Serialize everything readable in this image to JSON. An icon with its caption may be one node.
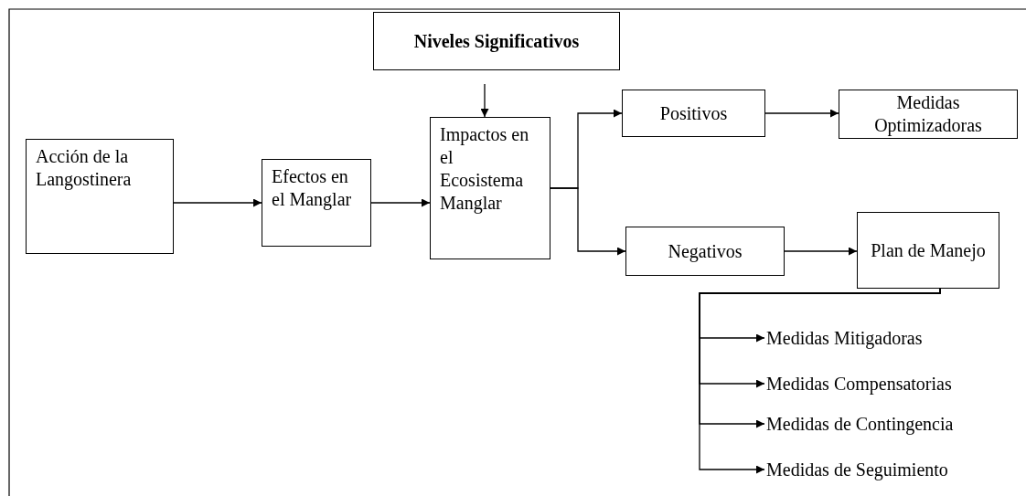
{
  "diagram": {
    "nodes": [
      {
        "text": [
          "Niveles Significativos"
        ]
      },
      {
        "text": [
          "Acción de la Langostinera"
        ]
      },
      {
        "text": [
          "Efectos en el Manglar"
        ]
      },
      {
        "text": [
          "Impactos en el Ecosistema Manglar"
        ]
      },
      {
        "text": [
          "Positivos"
        ]
      },
      {
        "text": [
          "Medidas Optimizadoras"
        ]
      },
      {
        "text": [
          "Negativos"
        ]
      },
      {
        "text": [
          "Plan de Manejo"
        ]
      },
      {
        "text": [
          "Medidas Mitigadoras"
        ]
      },
      {
        "text": [
          "Medidas Compensatorias"
        ]
      },
      {
        "text": [
          "Medidas de Contingencia"
        ]
      },
      {
        "text": [
          "Medidas de Seguimiento"
        ]
      }
    ],
    "edges": [
      {
        "from": 0,
        "to": 3,
        "arrow": "to"
      },
      {
        "from": 1,
        "to": 2,
        "arrow": "to"
      },
      {
        "from": 2,
        "to": 3,
        "arrow": "to"
      },
      {
        "from": 3,
        "to": 4,
        "arrow": "to"
      },
      {
        "from": 3,
        "to": 6,
        "arrow": "to"
      },
      {
        "from": 4,
        "to": 5,
        "arrow": "to"
      },
      {
        "from": 6,
        "to": 7,
        "arrow": "to"
      },
      {
        "from": 7,
        "to": 8,
        "arrow": "to"
      },
      {
        "from": 7,
        "to": 9,
        "arrow": "to"
      },
      {
        "from": 7,
        "to": 10,
        "arrow": "to"
      },
      {
        "from": 7,
        "to": 11,
        "arrow": "to"
      }
    ]
  }
}
